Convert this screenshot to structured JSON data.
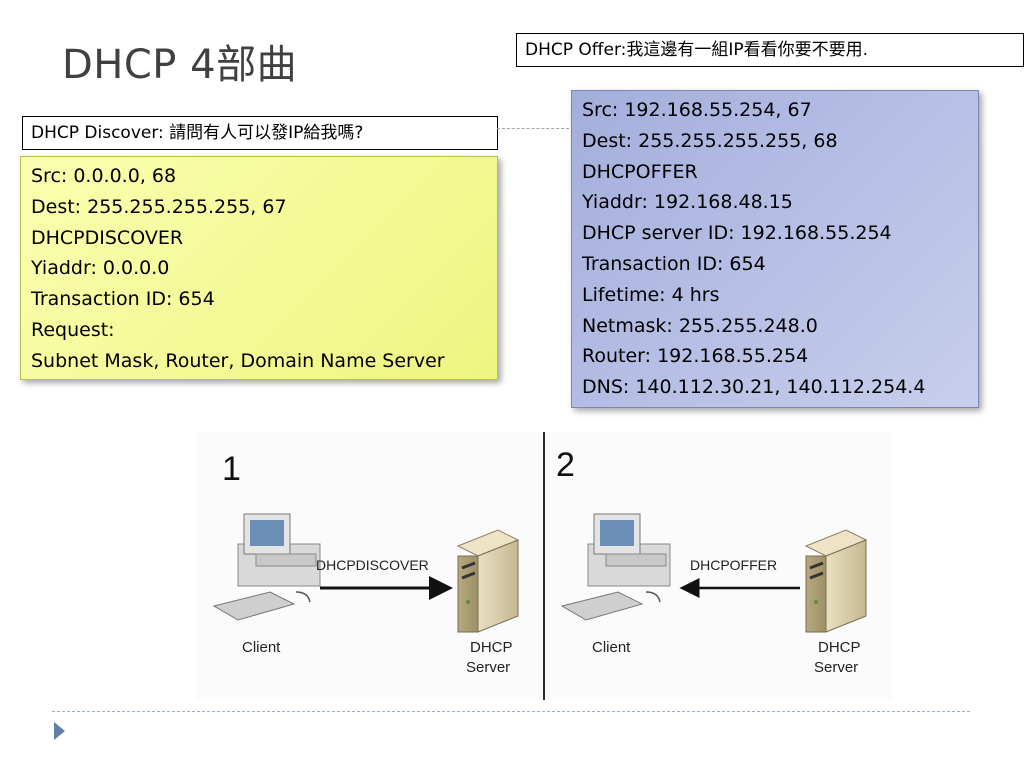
{
  "slide": {
    "title": "DHCP 4部曲"
  },
  "discover": {
    "label": "DHCP Discover: 請問有人可以發IP給我嗎?",
    "lines": [
      "Src: 0.0.0.0, 68",
      "Dest: 255.255.255.255, 67",
      "DHCPDISCOVER",
      "Yiaddr: 0.0.0.0",
      "Transaction ID: 654",
      "Request:",
      "Subnet Mask, Router, Domain Name Server"
    ]
  },
  "offer": {
    "label": "DHCP Offer:我這邊有一組IP看看你要不要用.",
    "lines": [
      "Src: 192.168.55.254, 67",
      "Dest: 255.255.255.255, 68",
      "DHCPOFFER",
      "Yiaddr: 192.168.48.15",
      "DHCP server ID: 192.168.55.254",
      "Transaction ID: 654",
      "Lifetime: 4 hrs",
      "Netmask: 255.255.248.0",
      "Router: 192.168.55.254",
      "DNS: 140.112.30.21, 140.112.254.4"
    ]
  },
  "diagram": {
    "step1": {
      "number": "1",
      "message": "DHCPDISCOVER",
      "client_label": "Client",
      "server_label_line1": "DHCP",
      "server_label_line2": "Server"
    },
    "step2": {
      "number": "2",
      "message": "DHCPOFFER",
      "client_label": "Client",
      "server_label_line1": "DHCP",
      "server_label_line2": "Server"
    }
  },
  "colors": {
    "discover_panel": "#f2f78e",
    "offer_panel": "#b4bde4",
    "title_text": "#404040",
    "footer_accent": "#5f7fa4"
  }
}
